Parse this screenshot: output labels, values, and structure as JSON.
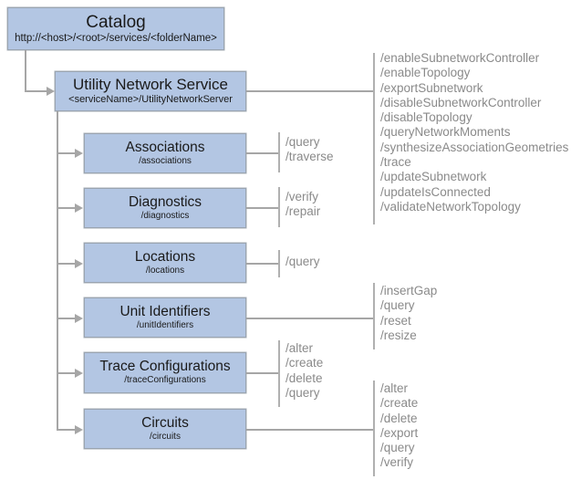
{
  "diagram": {
    "title_node": {
      "name": "Catalog",
      "path": "http://<host>/<root>/services/<folderName>"
    },
    "service_node": {
      "name": "Utility Network Service",
      "path": "<serviceName>/UtilityNetworkServer",
      "operations": [
        "/enableSubnetworkController",
        "/enableTopology",
        "/exportSubnetwork",
        "/disableSubnetworkController",
        "/disableTopology",
        "/queryNetworkMoments",
        "/synthesizeAssociationGeometries",
        "/trace",
        "/updateSubnetwork",
        "/updateIsConnected",
        "/validateNetworkTopology"
      ]
    },
    "children": [
      {
        "name": "Associations",
        "path": "/associations",
        "operations": [
          "/query",
          "/traverse"
        ]
      },
      {
        "name": "Diagnostics",
        "path": "/diagnostics",
        "operations": [
          "/verify",
          "/repair"
        ]
      },
      {
        "name": "Locations",
        "path": "/locations",
        "operations": [
          "/query"
        ]
      },
      {
        "name": "Unit Identifiers",
        "path": "/unitIdentifiers",
        "operations": [
          "/insertGap",
          "/query",
          "/reset",
          "/resize"
        ]
      },
      {
        "name": "Trace Configurations",
        "path": "/traceConfigurations",
        "operations": [
          "/alter",
          "/create",
          "/delete",
          "/query"
        ]
      },
      {
        "name": "Circuits",
        "path": "/circuits",
        "operations": [
          "/alter",
          "/create",
          "/delete",
          "/export",
          "/query",
          "/verify"
        ]
      }
    ],
    "colors": {
      "node_fill": "#b3c6e3",
      "node_border": "#9aa4b0",
      "connector": "#a6a6a6",
      "operation_text": "#8a8a8a",
      "background": "#ffffff"
    }
  }
}
